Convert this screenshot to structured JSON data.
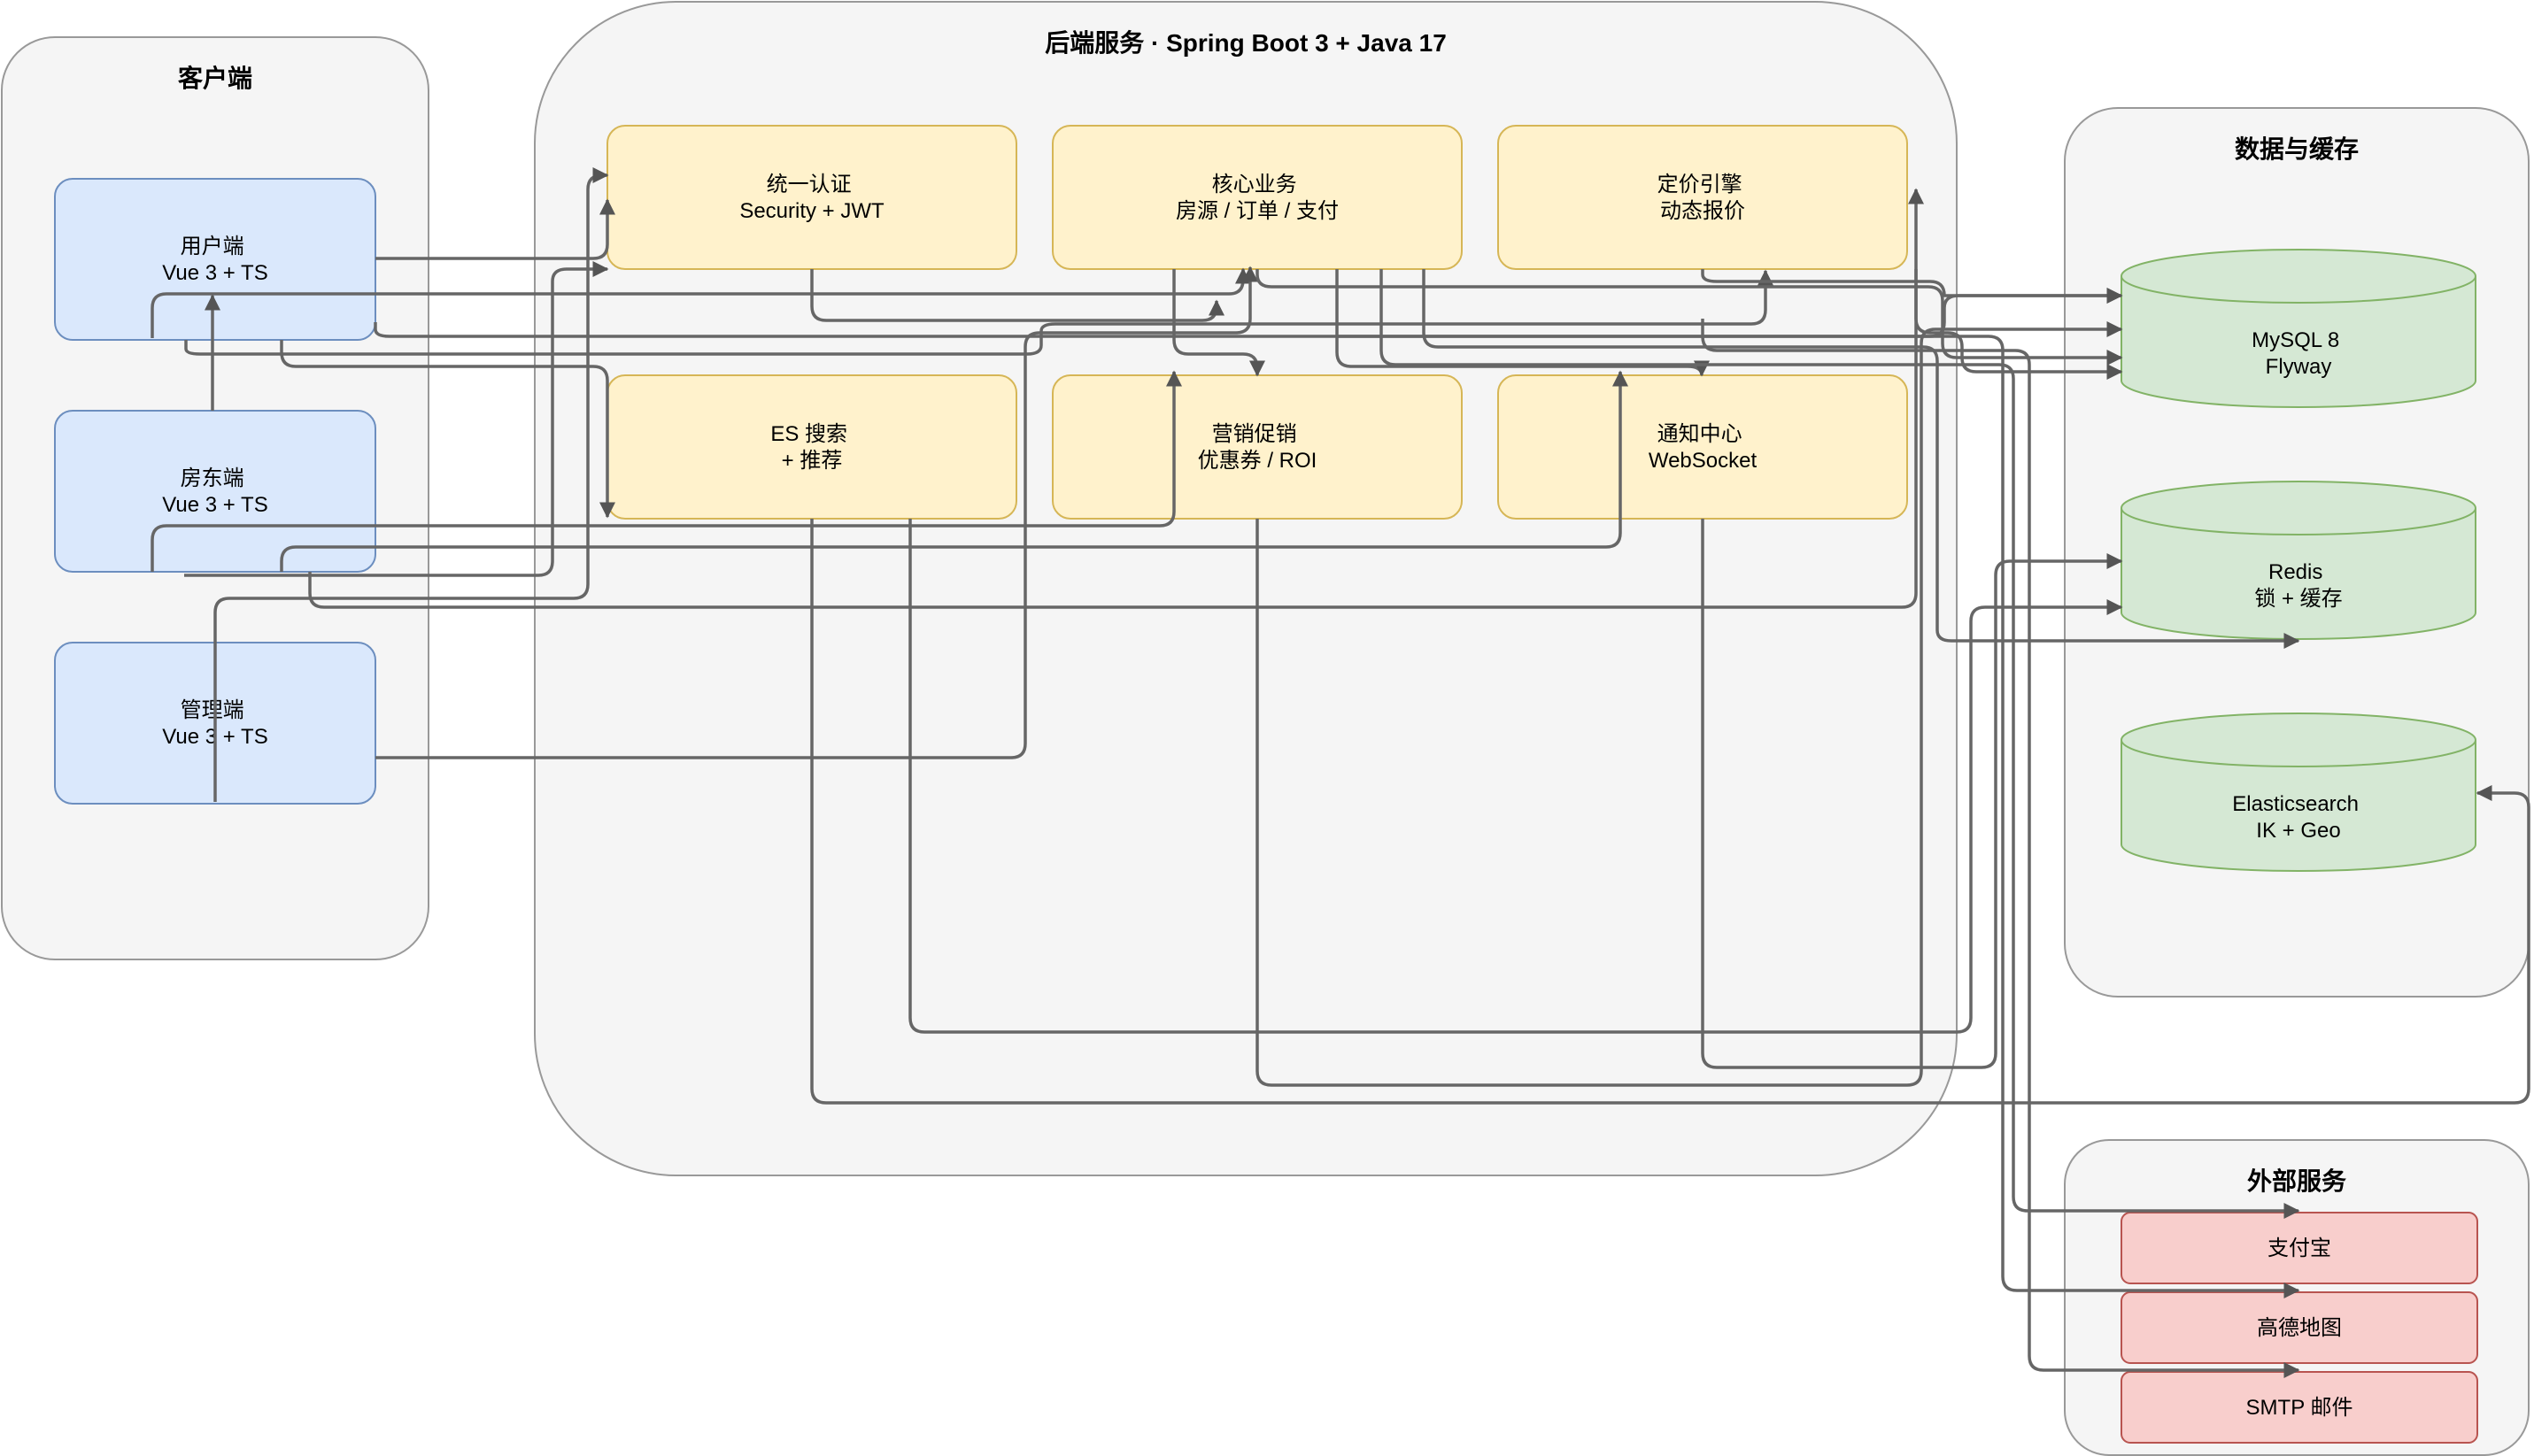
{
  "groups": {
    "client": {
      "title": "客户端"
    },
    "backend": {
      "title": "后端服务 · Spring Boot 3 + Java 17"
    },
    "data": {
      "title": "数据与缓存"
    },
    "external": {
      "title": "外部服务"
    }
  },
  "clients": [
    {
      "line1": "用户端",
      "line2": "Vue 3 + TS"
    },
    {
      "line1": "房东端",
      "line2": "Vue 3 + TS"
    },
    {
      "line1": "管理端",
      "line2": "Vue 3 + TS"
    }
  ],
  "services": [
    {
      "line1": "统一认证",
      "line2": "Security + JWT"
    },
    {
      "line1": "核心业务",
      "line2": "房源 / 订单 / 支付"
    },
    {
      "line1": "定价引擎",
      "line2": "动态报价"
    },
    {
      "line1": "ES 搜索",
      "line2": "+ 推荐"
    },
    {
      "line1": "营销促销",
      "line2": "优惠券 / ROI"
    },
    {
      "line1": "通知中心",
      "line2": "WebSocket"
    }
  ],
  "stores": [
    {
      "line1": "MySQL 8",
      "line2": "Flyway"
    },
    {
      "line1": "Redis",
      "line2": "锁 + 缓存"
    },
    {
      "line1": "Elasticsearch",
      "line2": "IK + Geo"
    }
  ],
  "externals": [
    {
      "label": "支付宝"
    },
    {
      "label": "高德地图"
    },
    {
      "label": "SMTP 邮件"
    }
  ],
  "colors": {
    "client_fill": "#dae8fc",
    "client_stroke": "#6c8ebf",
    "service_fill": "#fff2cc",
    "service_stroke": "#d6b656",
    "store_fill": "#d5e8d4",
    "store_stroke": "#82b366",
    "external_fill": "#f8cecc",
    "external_stroke": "#b85450",
    "edge": "#666666"
  }
}
